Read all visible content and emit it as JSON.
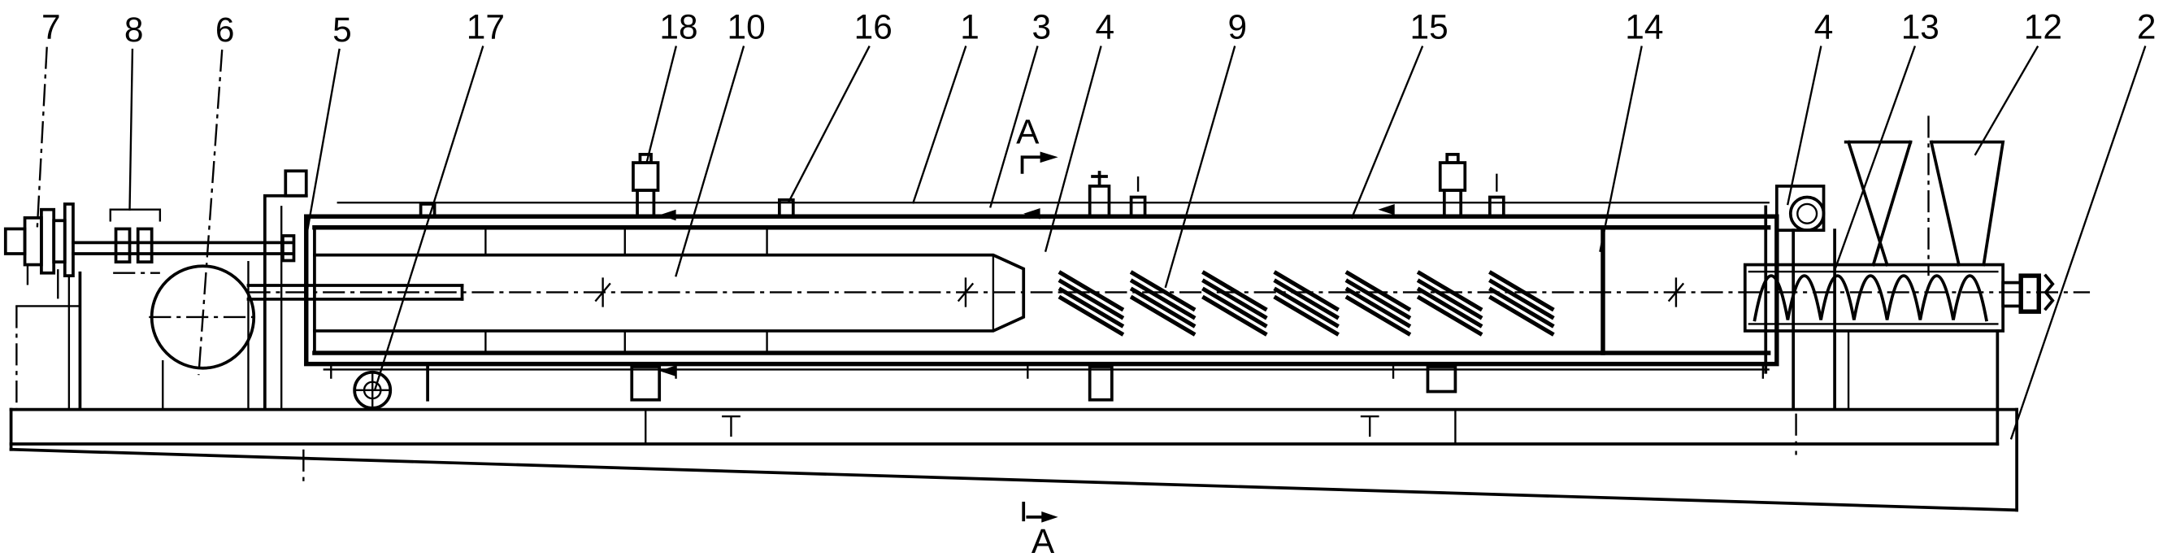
{
  "diagram": {
    "part_labels": [
      "7",
      "8",
      "6",
      "5",
      "17",
      "18",
      "10",
      "16",
      "1",
      "3",
      "4",
      "9",
      "15",
      "14",
      "4",
      "13",
      "12",
      "2"
    ],
    "section_labels": [
      "A",
      "A"
    ]
  }
}
